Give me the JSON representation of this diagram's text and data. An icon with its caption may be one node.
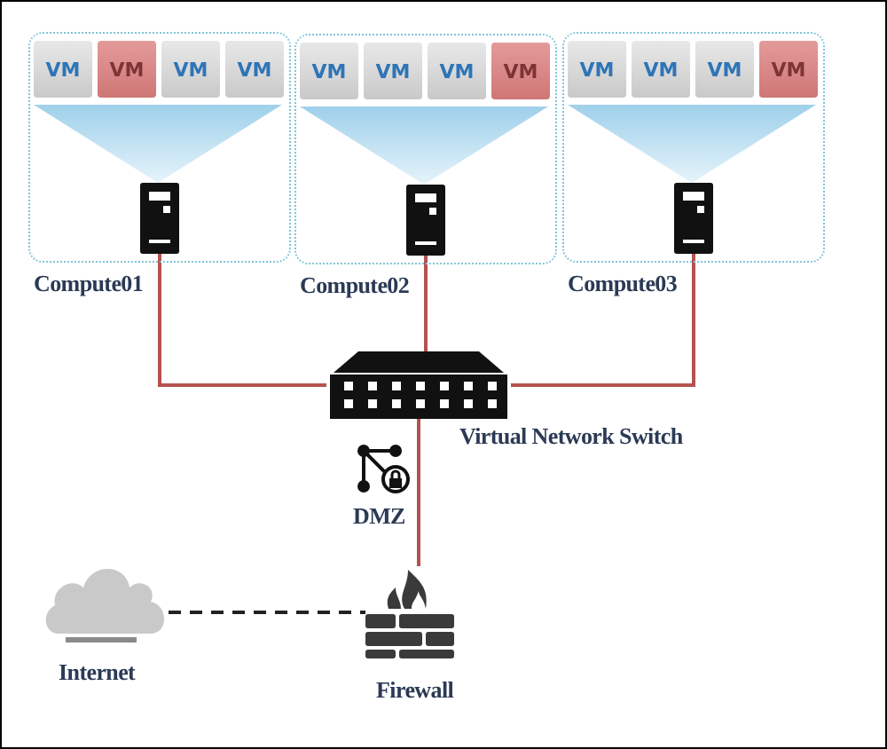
{
  "diagram": {
    "nodes": [
      {
        "text": [
          "Compute01"
        ]
      },
      {
        "text": [
          "VM"
        ],
        "in": 0
      },
      {
        "text": [
          "VM"
        ],
        "in": 0
      },
      {
        "text": [
          "VM"
        ],
        "in": 0
      },
      {
        "text": [
          "VM"
        ],
        "in": 0
      },
      {
        "text": [],
        "shape": "triangle",
        "in": 0
      },
      {
        "text": [],
        "shape": "server",
        "in": 0
      },
      {
        "text": [
          "Compute02"
        ]
      },
      {
        "text": [
          "VM"
        ],
        "in": 7
      },
      {
        "text": [
          "VM"
        ],
        "in": 7
      },
      {
        "text": [
          "VM"
        ],
        "in": 7
      },
      {
        "text": [
          "VM"
        ],
        "in": 7
      },
      {
        "text": [],
        "shape": "triangle",
        "in": 7
      },
      {
        "text": [],
        "shape": "server",
        "in": 7
      },
      {
        "text": [
          "Compute03"
        ]
      },
      {
        "text": [
          "VM"
        ],
        "in": 14
      },
      {
        "text": [
          "VM"
        ],
        "in": 14
      },
      {
        "text": [
          "VM"
        ],
        "in": 14
      },
      {
        "text": [
          "VM"
        ],
        "in": 14
      },
      {
        "text": [],
        "shape": "triangle",
        "in": 14
      },
      {
        "text": [],
        "shape": "server",
        "in": 14
      },
      {
        "text": [
          "Virtual Network Switch"
        ]
      },
      {
        "text": [
          "Firewall"
        ]
      },
      {
        "text": [
          "Internet"
        ]
      }
    ],
    "edges": [
      {
        "from": 6,
        "to": 21,
        "arrow": "none"
      },
      {
        "from": 13,
        "to": 21,
        "arrow": "none"
      },
      {
        "from": 20,
        "to": 21,
        "arrow": "none"
      },
      {
        "from": 21,
        "to": 22,
        "arrow": "none"
      },
      {
        "from": 23,
        "to": 22,
        "arrow": "none",
        "style": "dashed",
        "color": "#222222"
      }
    ],
    "labels": [
      "DMZ"
    ]
  }
}
